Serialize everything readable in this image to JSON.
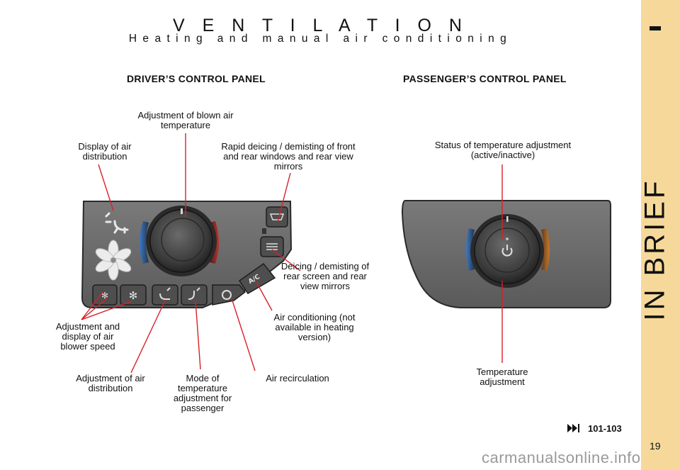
{
  "header": {
    "title": "V E N T I L A T I O N",
    "subtitle": "Heating and manual air conditioning"
  },
  "sidebar": {
    "section_text": "IN BRIEF",
    "color": "#f6d99a"
  },
  "driver_panel": {
    "heading": "DRIVER’S CONTROL PANEL",
    "labels": {
      "blown_air_temp": "Adjustment of blown air temperature",
      "display_air_distribution": "Display of air distribution",
      "rapid_deicing": "Rapid deicing / demisting of front and rear windows and rear view mirrors",
      "deicing_rear": "Deicing / demisting of rear screen and rear view mirrors",
      "air_conditioning": "Air conditioning (not available in heating version)",
      "blower_speed": "Adjustment and display of air blower speed",
      "air_distribution": "Adjustment of air distribution",
      "passenger_mode": "Mode of temperature adjustment for passenger",
      "recirculation": "Air recirculation"
    },
    "ac_button_text": "A/C"
  },
  "passenger_panel": {
    "heading": "PASSENGER’S CONTROL PANEL",
    "labels": {
      "status": "Status of temperature adjustment (active/inactive)",
      "temperature": "Temperature adjustment"
    }
  },
  "footer": {
    "page_ref": "101-103",
    "page_number": "19",
    "watermark": "carmanualsonline.info"
  },
  "colors": {
    "leader_line": "#d8202a",
    "panel": "#6a6a6a",
    "panel_edge": "#2a2a2a"
  }
}
